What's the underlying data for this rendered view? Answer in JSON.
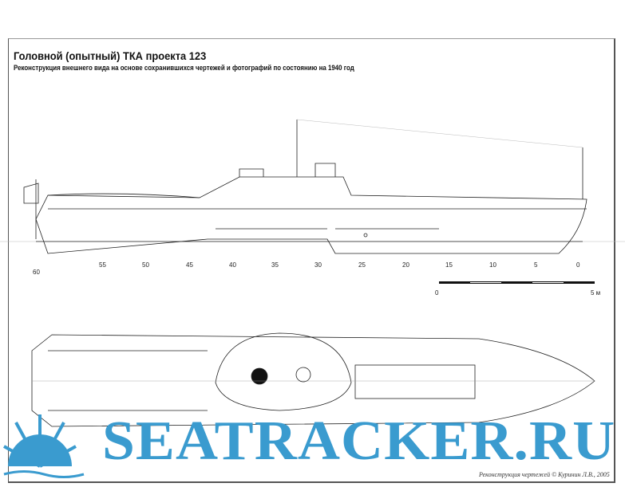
{
  "title": "Головной (опытный) ТКА проекта 123",
  "subtitle": "Реконструкция внешнего вида на основе сохранившихся чертежей и фотографий по состоянию на 1940 год",
  "stations": [
    "60",
    "55",
    "50",
    "45",
    "40",
    "35",
    "30",
    "25",
    "20",
    "15",
    "10",
    "5",
    "0"
  ],
  "scale": {
    "start": "0",
    "end": "5 м"
  },
  "credit": "Реконструкция чертежей © Куринин Л.В., 2005",
  "watermark": "SEATRACKER.RU",
  "colors": {
    "watermark": "#3a9bcf",
    "line": "#222222"
  }
}
